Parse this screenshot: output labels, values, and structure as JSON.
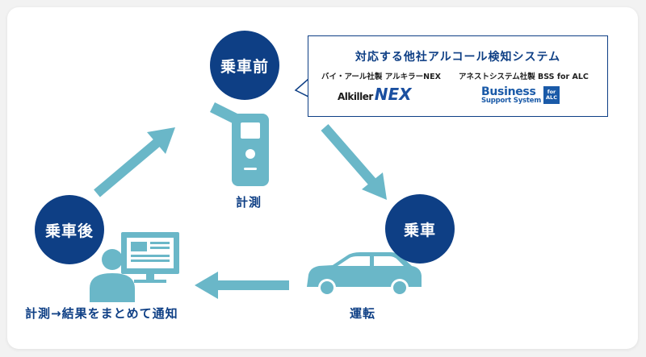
{
  "steps": {
    "before": "乗車前",
    "ride": "乗車",
    "after": "乗車後"
  },
  "labels": {
    "measure": "計測",
    "drive": "運転",
    "notify": "計測→結果をまとめて通知"
  },
  "bubble": {
    "title": "対応する他社アルコール検知システム",
    "product1": "バイ・アール社製 アルキラーNEX",
    "product2": "アネストシステム社製 BSS for ALC",
    "logo1_small": "Alkiller",
    "logo1_big": "NEX",
    "logo2_line1": "Business",
    "logo2_line2": "Support System",
    "logo2_badge1": "for",
    "logo2_badge2": "ALC"
  },
  "colors": {
    "navy": "#0e3f85",
    "teal": "#6ab7c8"
  }
}
